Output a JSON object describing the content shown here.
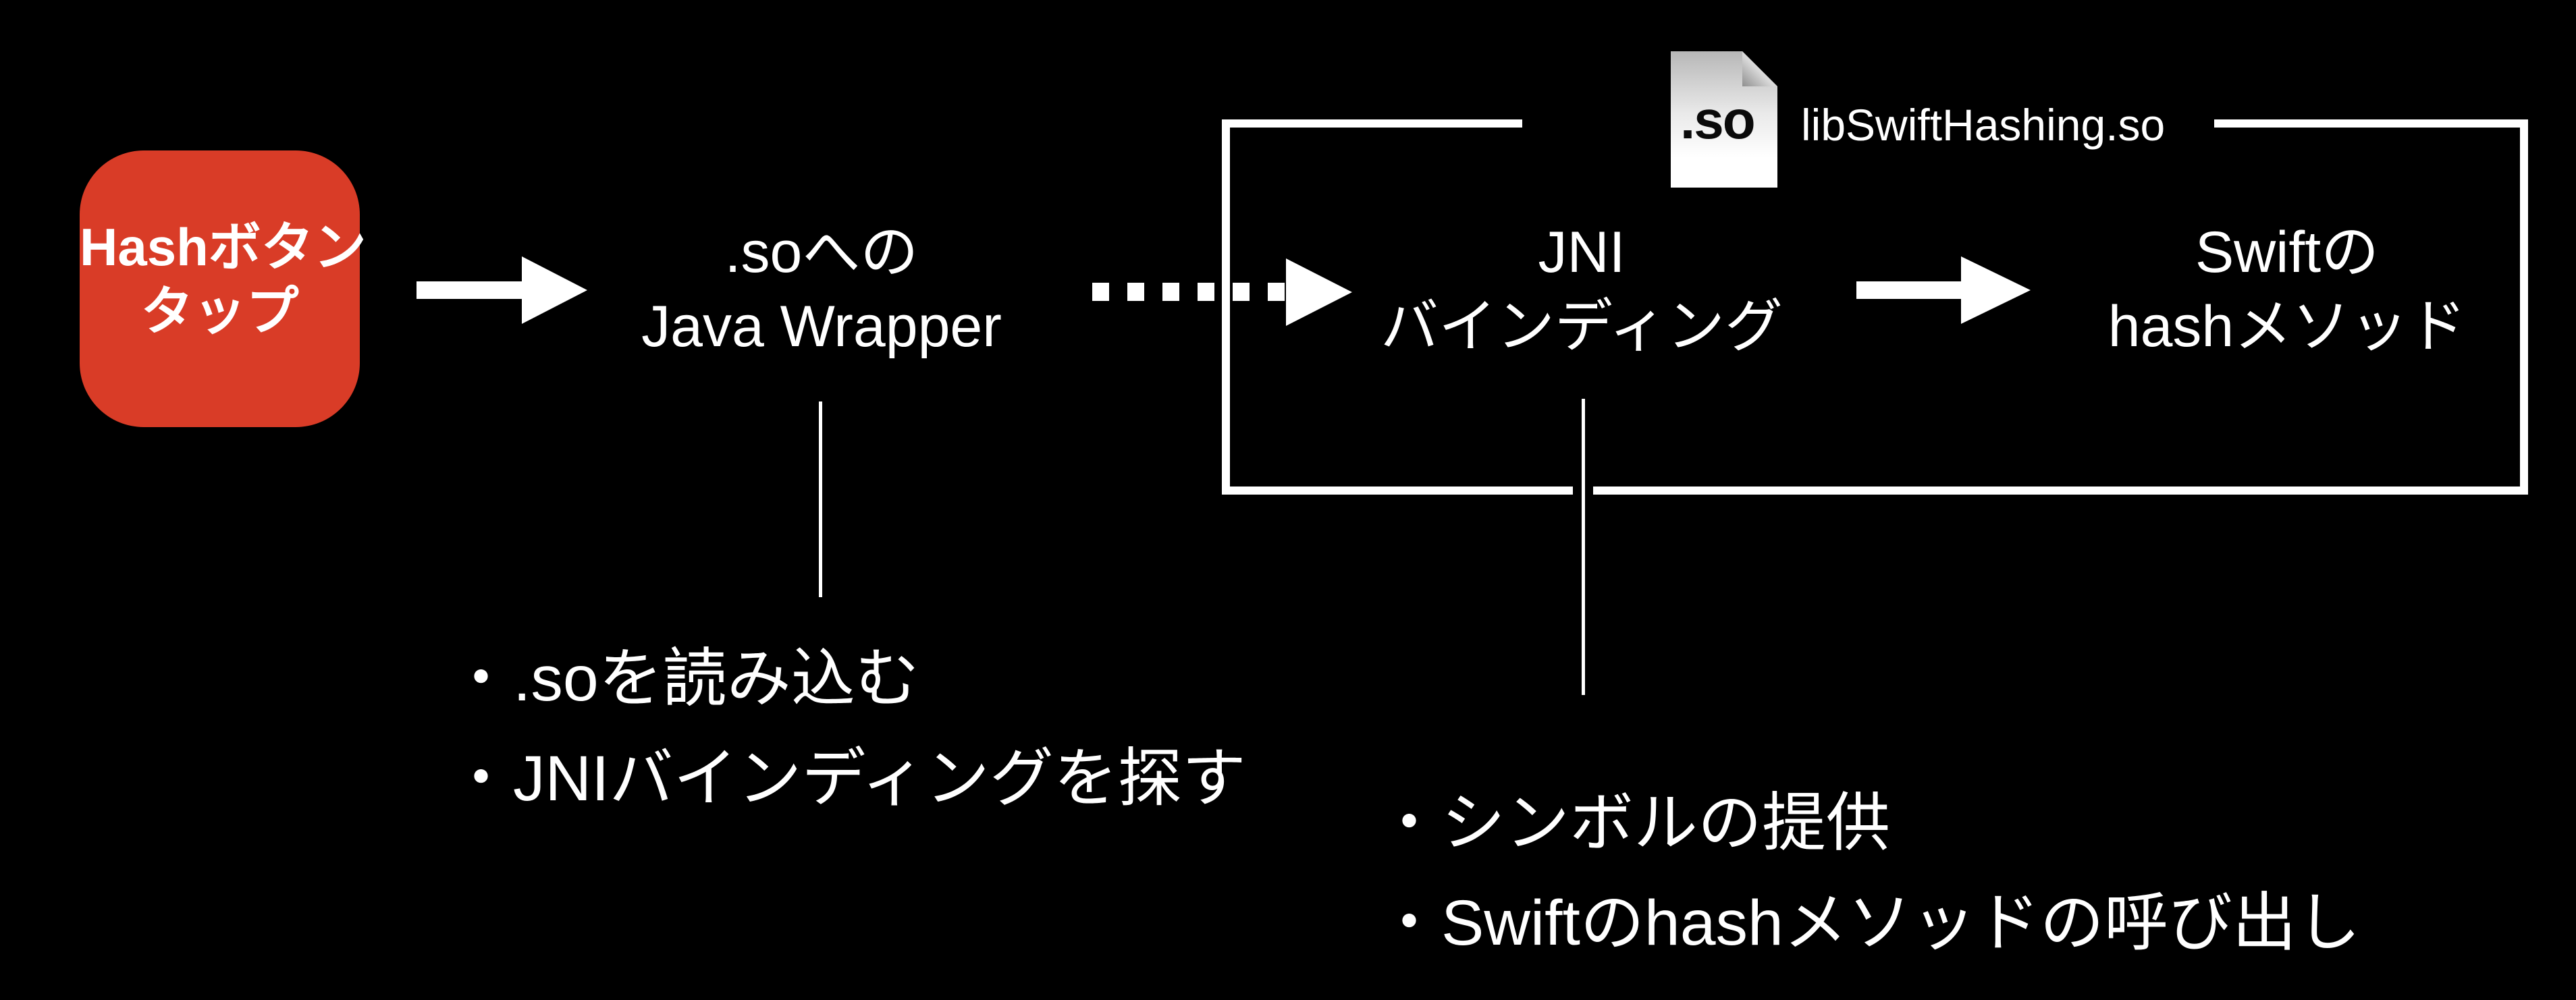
{
  "slide": {
    "background": "#000000",
    "text_color": "#ffffff",
    "accent_red": "#d93c27"
  },
  "nodes": {
    "hash_button": {
      "line1": "Hashボタン",
      "line2": "タップ"
    },
    "java_wrapper": {
      "line1": ".soへの",
      "line2": "Java Wrapper"
    },
    "jni_binding": {
      "line1": "JNI",
      "line2": "バインディング"
    },
    "swift_hash": {
      "line1": "Swiftの",
      "line2": "hashメソッド"
    }
  },
  "library": {
    "file_ext": ".so",
    "name": "libSwiftHashing.so"
  },
  "lists": {
    "java_wrapper_notes": {
      "bullet": "・",
      "items": [
        ".soを読み込む",
        "JNIバインディングを探す"
      ]
    },
    "jni_binding_notes": {
      "bullet": "・",
      "items": [
        "シンボルの提供",
        "Swiftのhashメソッドの呼び出し"
      ]
    }
  }
}
